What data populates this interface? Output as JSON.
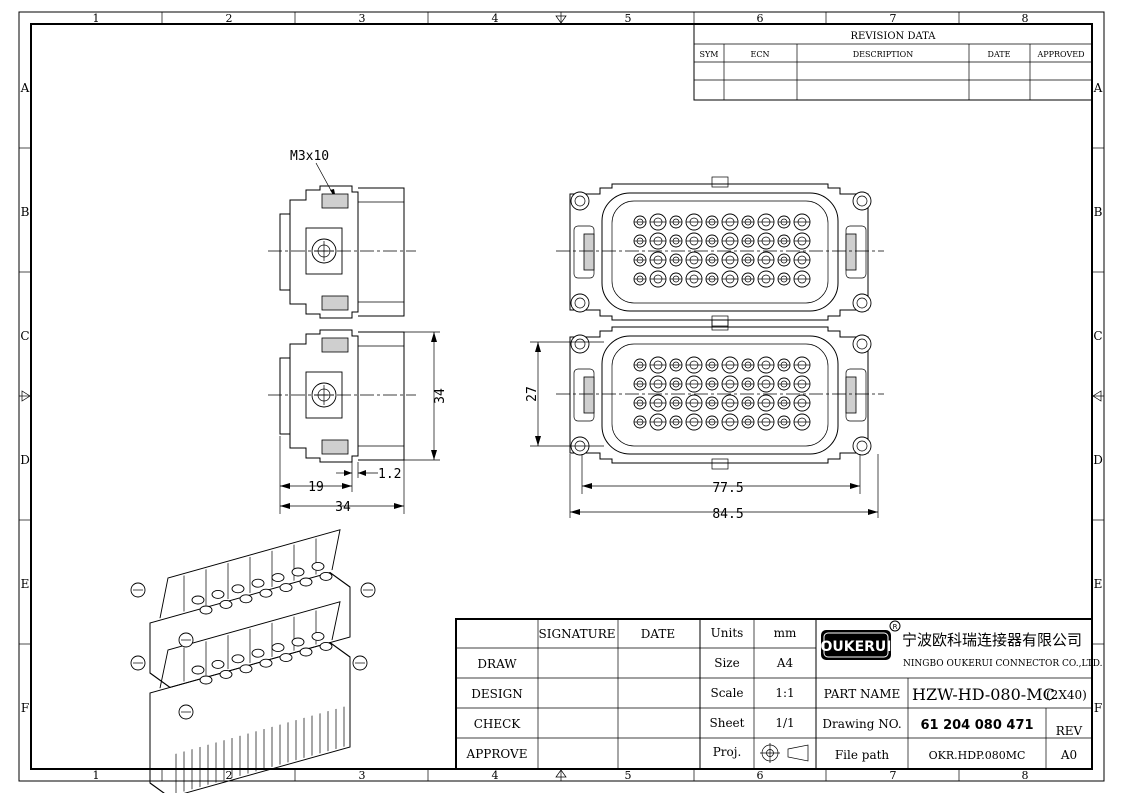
{
  "frame": {
    "columns": [
      "1",
      "2",
      "3",
      "4",
      "5",
      "6",
      "7",
      "8"
    ],
    "rows": [
      "A",
      "B",
      "C",
      "D",
      "E",
      "F"
    ]
  },
  "revision": {
    "title": "REVISION   DATA",
    "headers": [
      "SYM",
      "ECN",
      "DESCRIPTION",
      "DATE",
      "APPROVED"
    ]
  },
  "views": {
    "screw_label": "M3x10",
    "dims": {
      "height_34": "34",
      "width_27": "27",
      "d_1_2": "1.2",
      "d_19": "19",
      "d_34": "34",
      "d_77_5": "77.5",
      "d_84_5": "84.5"
    }
  },
  "title_block": {
    "col_signature": "SIGNATURE",
    "col_date": "DATE",
    "rows": [
      "DRAW",
      "DESIGN",
      "CHECK",
      "APPROVE"
    ],
    "units_label": "Units",
    "units_value": "mm",
    "size_label": "Size",
    "size_value": "A4",
    "scale_label": "Scale",
    "scale_value": "1:1",
    "sheet_label": "Sheet",
    "sheet_value": "1/1",
    "proj_label": "Proj.",
    "logo_text": "OUKERUI",
    "logo_mark": "R",
    "company_cn": "宁波欧科瑞连接器有限公司",
    "company_en": "NINGBO OUKERUI CONNECTOR CO.,LTD.",
    "part_name_label": "PART NAME",
    "part_name_value": "HZW-HD-080-MC",
    "part_name_suffix": "(2X40)",
    "drawing_no_label": "Drawing NO.",
    "drawing_no_value": "61 204 080 471",
    "rev_label": "REV",
    "file_path_label": "File path",
    "file_path_value": "OKR.HDP.080MC",
    "rev_value": "A0"
  }
}
